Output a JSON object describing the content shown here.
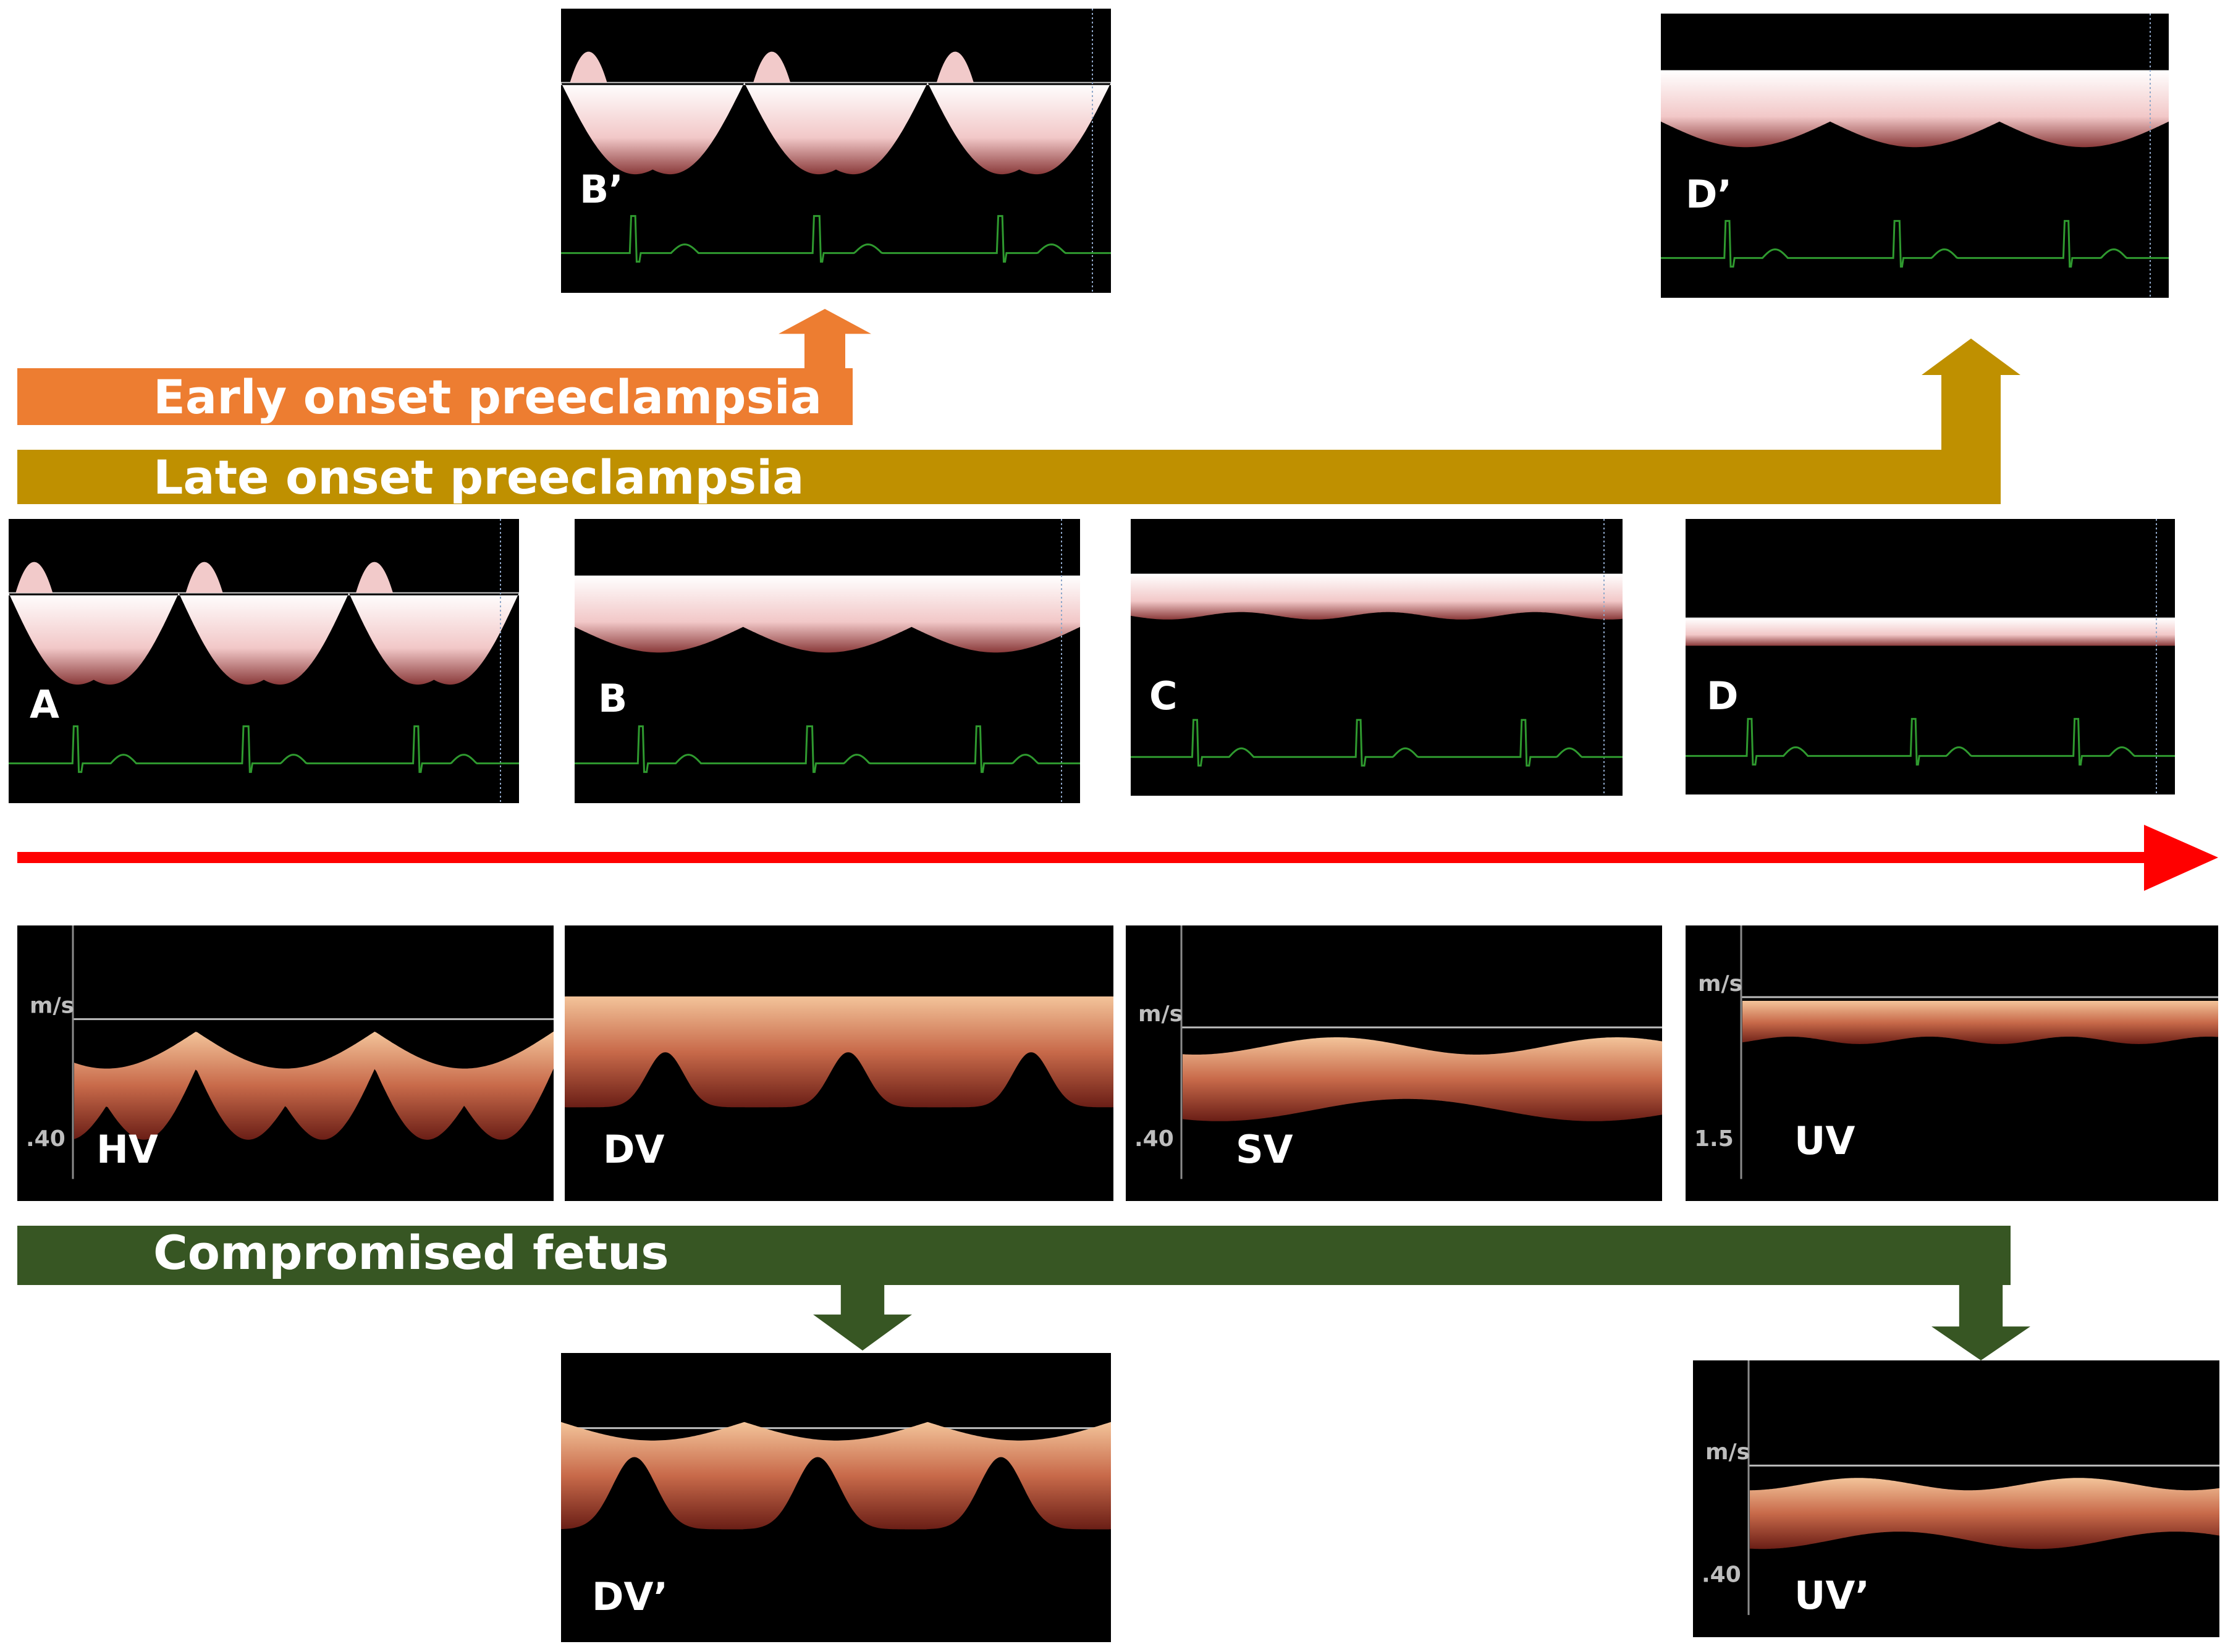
{
  "bands": {
    "early": {
      "label": "Early onset preeclampsia",
      "color": "#ED7D31"
    },
    "late": {
      "label": "Late onset preeclampsia",
      "color": "#BF9000"
    },
    "compromised": {
      "label": "Compromised fetus",
      "color": "#375623"
    }
  },
  "timeline_arrow_color": "#FF0000",
  "panels": [
    {
      "id": "B-prime",
      "label": "B’",
      "style": "heart",
      "wave": "triphasic"
    },
    {
      "id": "D-prime",
      "label": "D’",
      "style": "heart",
      "wave": "band"
    },
    {
      "id": "A",
      "label": "A",
      "style": "heart",
      "wave": "triphasic"
    },
    {
      "id": "B",
      "label": "B",
      "style": "heart",
      "wave": "band"
    },
    {
      "id": "C",
      "label": "C",
      "style": "heart",
      "wave": "flat"
    },
    {
      "id": "D",
      "label": "D",
      "style": "heart",
      "wave": "thin"
    },
    {
      "id": "HV",
      "label": "HV",
      "style": "vein",
      "wave": "hv",
      "unit": "m/s",
      "scale": ".40"
    },
    {
      "id": "DV",
      "label": "DV",
      "style": "vein",
      "wave": "dv"
    },
    {
      "id": "SV",
      "label": "SV",
      "style": "vein",
      "wave": "sv",
      "unit": "m/s",
      "scale": ".40"
    },
    {
      "id": "UV",
      "label": "UV",
      "style": "vein",
      "wave": "uv",
      "unit": "m/s",
      "scale": "1.5"
    },
    {
      "id": "DV-prime",
      "label": "DV’",
      "style": "vein",
      "wave": "dvp"
    },
    {
      "id": "UV-prime",
      "label": "UV’",
      "style": "vein",
      "wave": "uvp",
      "unit": "m/s",
      "scale": ".40"
    }
  ]
}
